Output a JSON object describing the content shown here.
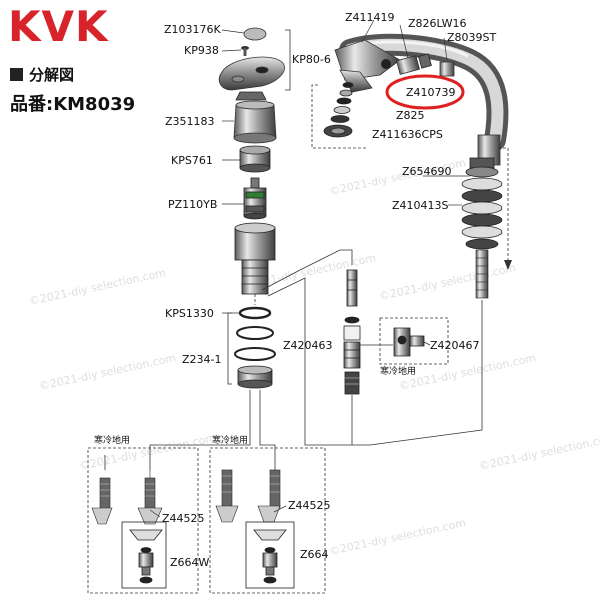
{
  "brand": {
    "logo_text": "KVK",
    "color": "#d8232a"
  },
  "header": {
    "section_title": "分解図",
    "model": "品番:KM8039"
  },
  "parts": {
    "z103176k": "Z103176K",
    "kp938": "KP938",
    "kp80_6": "KP80-6",
    "z351183": "Z351183",
    "kps761": "KPS761",
    "pz110yb": "PZ110YB",
    "kps1330": "KPS1330",
    "z234_1": "Z234-1",
    "z411419": "Z411419",
    "z826lw16": "Z826LW16",
    "z8039st": "Z8039ST",
    "z410739": "Z410739",
    "z411636cps": "Z411636CPS",
    "z825": "Z825",
    "z654690": "Z654690",
    "z410413s": "Z410413S",
    "z420463": "Z420463",
    "z420467": "Z420467",
    "z44525_left": "Z44525",
    "z44525_right": "Z44525",
    "z664w": "Z664W",
    "z664": "Z664"
  },
  "notes": {
    "cold_left": "寒冷地用",
    "cold_mid": "寒冷地用",
    "cold_right": "寒冷地用"
  },
  "highlight": {
    "part": "Z410739",
    "color": "#e02020"
  },
  "watermark": "©2021-diy selection.com"
}
